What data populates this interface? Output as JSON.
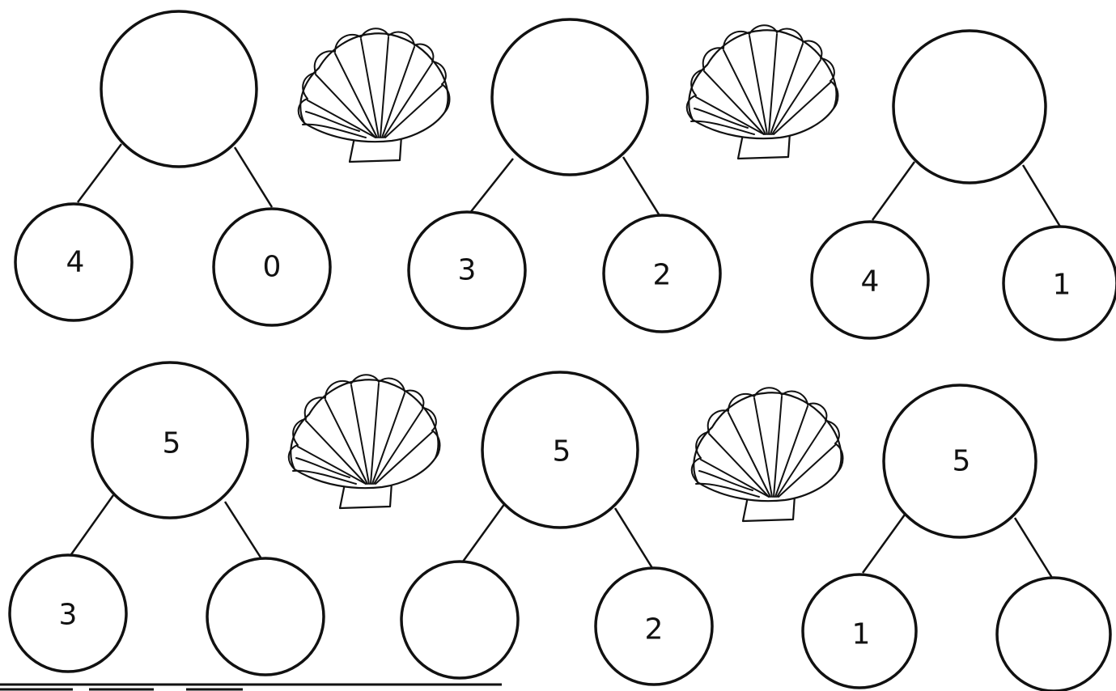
{
  "number_bonds": [
    {
      "whole": "",
      "left_part": "4",
      "right_part": "0"
    },
    {
      "whole": "",
      "left_part": "3",
      "right_part": "2"
    },
    {
      "whole": "",
      "left_part": "4",
      "right_part": "1"
    },
    {
      "whole": "5",
      "left_part": "3",
      "right_part": ""
    },
    {
      "whole": "5",
      "left_part": "",
      "right_part": "2"
    },
    {
      "whole": "5",
      "left_part": "1",
      "right_part": ""
    }
  ],
  "decorations": {
    "icon": "seashell-icon",
    "count": 4
  }
}
